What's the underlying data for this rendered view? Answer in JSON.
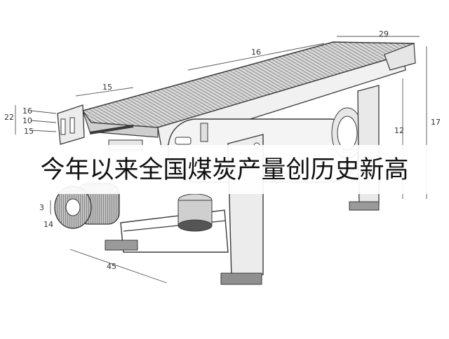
{
  "caption": "今年以来全国煤炭产量创历史新高",
  "dimensions": {
    "top_width": "29",
    "length": "16",
    "segment": "15",
    "left_total": "22",
    "left_a": "16",
    "left_b": "10",
    "left_c": "15",
    "height_total": "17",
    "height_leg": "12",
    "roller_dia": "3",
    "roller_len": "14",
    "base": "45"
  },
  "colors": {
    "line": "#3a3a3a",
    "belt": "#9a9a9a",
    "frame": "#e8e8e8",
    "dim": "#555555",
    "text": "#111111"
  }
}
